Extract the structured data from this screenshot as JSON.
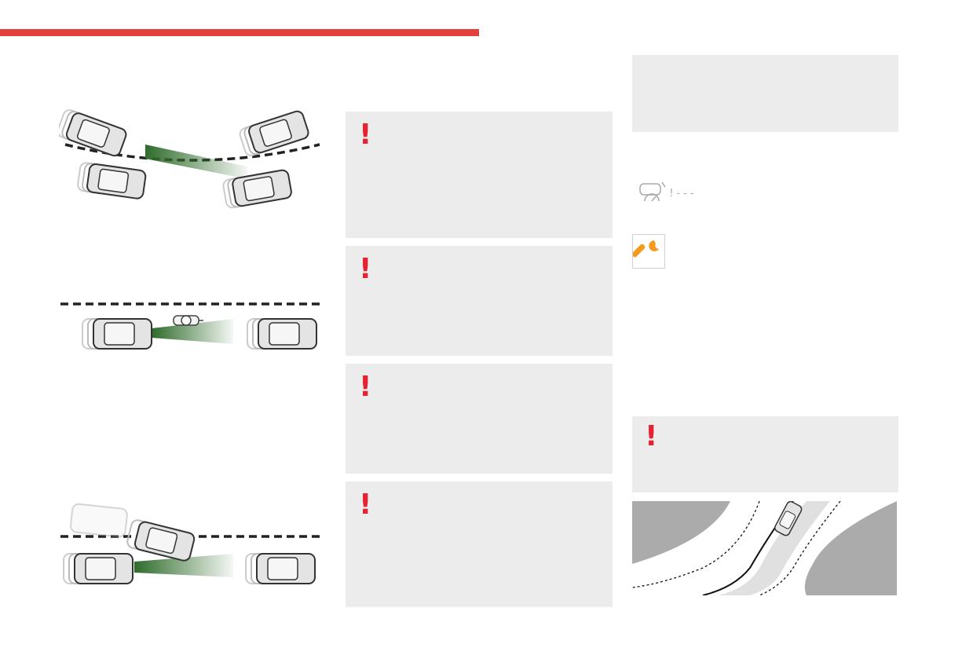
{
  "page": {
    "accent_color": "#e2423a",
    "warning_color": "#e3232f",
    "box_color": "#ececec"
  },
  "warnings": [
    {
      "mark": "!",
      "icon": "exclamation-icon"
    },
    {
      "mark": "!",
      "icon": "exclamation-icon"
    },
    {
      "mark": "!",
      "icon": "exclamation-icon"
    },
    {
      "mark": "!",
      "icon": "exclamation-icon"
    },
    {
      "mark": "!",
      "icon": "exclamation-icon"
    }
  ],
  "speed_warning": {
    "icon": "speed-limit-warning-icon",
    "text": "!---",
    "color": "#a8a8a8"
  },
  "service": {
    "icon": "wrench-icon",
    "color": "#f49a1f"
  },
  "illustrations": [
    {
      "name": "curve-scene",
      "icon": "cars-on-curve-illustration"
    },
    {
      "name": "motorcycle-scene",
      "icon": "motorcycle-in-lane-illustration"
    },
    {
      "name": "cut-in-scene",
      "icon": "cut-in-vehicle-illustration"
    },
    {
      "name": "road-scene",
      "icon": "curved-road-illustration"
    }
  ]
}
